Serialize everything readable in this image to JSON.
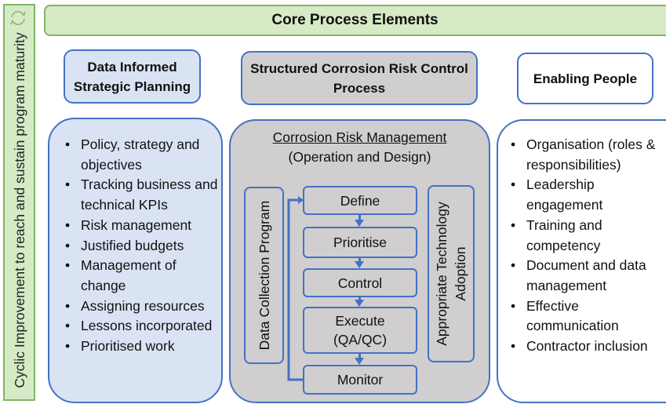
{
  "sidebar": {
    "text": "Cyclic Improvement to reach and sustain program maturity",
    "icon": "cycle-arrows-icon"
  },
  "header": {
    "title": "Core Process Elements"
  },
  "columns": {
    "left": {
      "title": "Data Informed Strategic Planning",
      "items": [
        "Policy, strategy and objectives",
        "Tracking business and technical KPIs",
        "Risk management",
        "Justified budgets",
        "Management of change",
        "Assigning resources",
        "Lessons incorporated",
        "Prioritised work"
      ]
    },
    "middle": {
      "title": "Structured Corrosion Risk Control Process",
      "subtitle": "Corrosion Risk Management",
      "subtitle2": "(Operation and Design)",
      "left_label": "Data Collection Program",
      "right_label": "Appropriate Technology Adoption",
      "steps": [
        "Define",
        "Prioritise",
        "Control",
        "Execute (QA/QC)",
        "Monitor"
      ]
    },
    "right": {
      "title": "Enabling People",
      "items": [
        "Organisation (roles & responsibilities)",
        "Leadership engagement",
        "Training and competency",
        "Document and data management",
        "Effective communication",
        "Contractor inclusion"
      ]
    }
  },
  "colors": {
    "green_fill": "#d6eac6",
    "green_border": "#82b566",
    "blue_border": "#4472c4",
    "light_blue": "#dae3f3",
    "grey": "#d0cece"
  }
}
